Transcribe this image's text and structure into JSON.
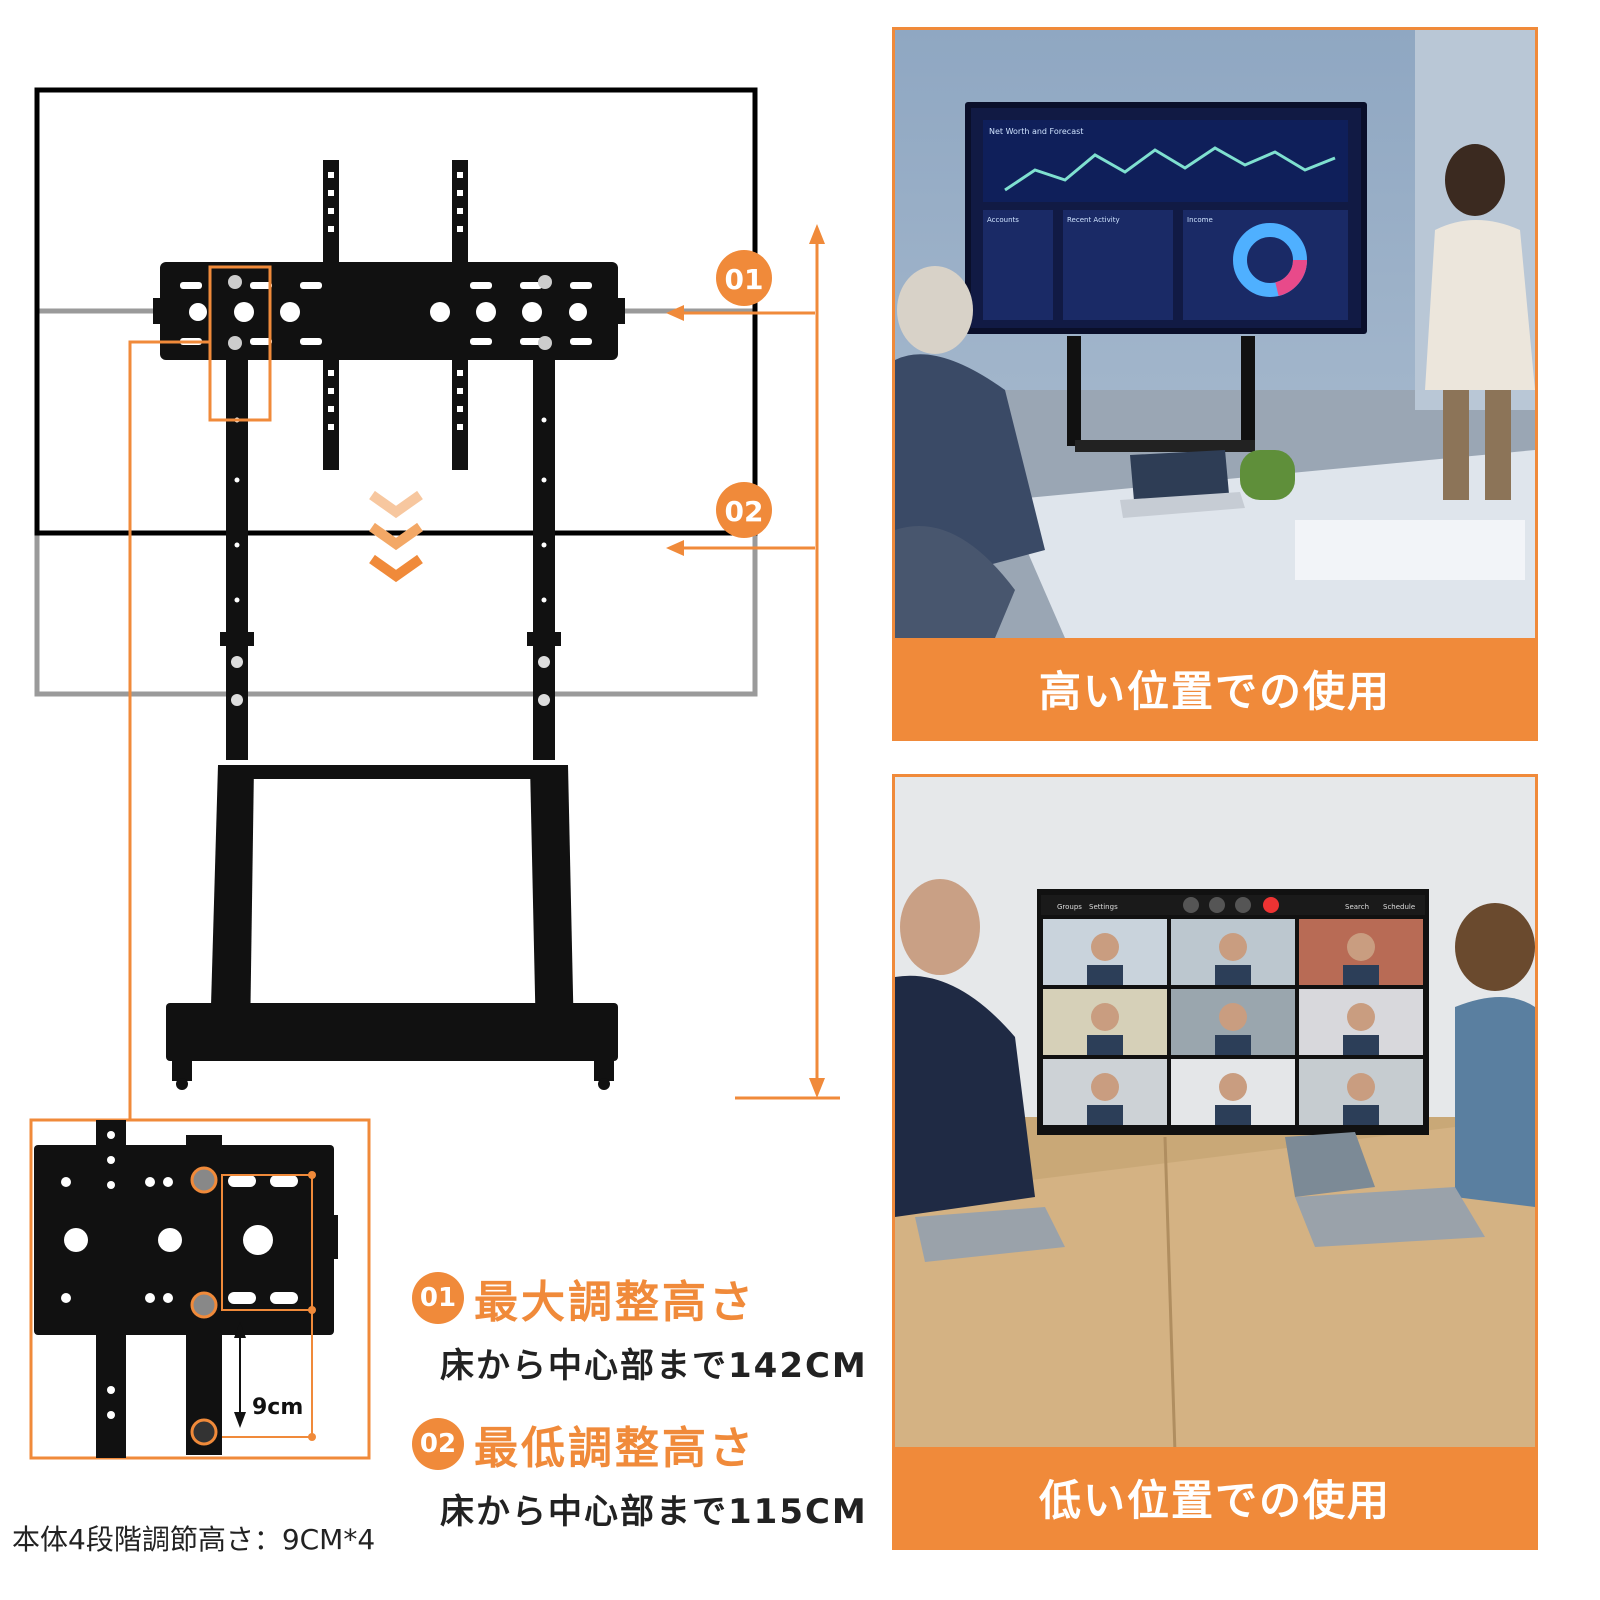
{
  "markers": {
    "max": "01",
    "min": "02"
  },
  "detail": {
    "step_label": "9cm"
  },
  "specs": {
    "max": {
      "badge": "01",
      "title": "最大調整高さ",
      "sub": "床から中心部まで142CM"
    },
    "min": {
      "badge": "02",
      "title": "最低調整高さ",
      "sub": "床から中心部まで115CM"
    }
  },
  "steps_note": "本体4段階調節高さ：9CM*4",
  "photos": {
    "high": {
      "caption": "高い位置での使用",
      "screen_title": "Net Worth and Forecast",
      "panels": [
        "Accounts",
        "Recent Activity",
        "Income"
      ]
    },
    "low": {
      "caption": "低い位置での使用",
      "toolbar": {
        "groups": "Groups",
        "settings": "Settings",
        "search": "Search",
        "schedule": "Schedule"
      }
    }
  },
  "colors": {
    "accent": "#f08a3a",
    "stand": "#111111",
    "frame_high": "#000000",
    "frame_low": "#9a9a9a"
  }
}
